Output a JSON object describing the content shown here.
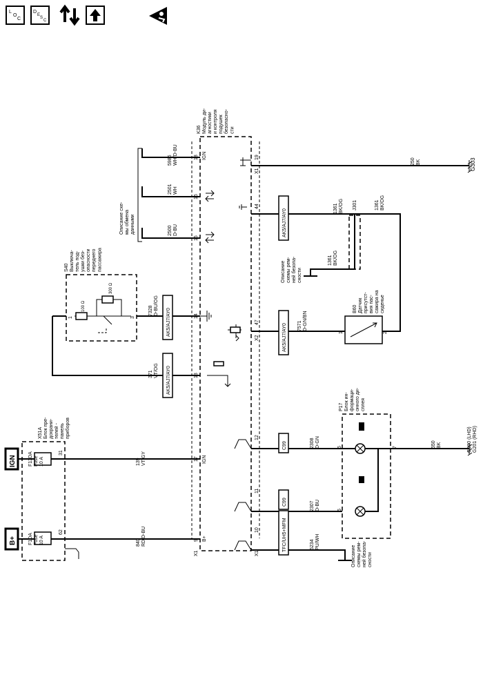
{
  "header": {
    "icons": [
      "loc-icon",
      "desc-icon",
      "connector-info-icon",
      "up-arrow-icon",
      "airbag-warning-icon"
    ],
    "loc_letters": [
      "L",
      "O",
      "C"
    ],
    "desc_letters": [
      "D",
      "E",
      "S",
      "C"
    ]
  },
  "power": {
    "bplus_label": "B+",
    "ign_label": "IGN"
  },
  "fuse_block": {
    "id": "X51A",
    "name": "Блок пре-\nдохрани-\nтелей -\nпанель\nприборов",
    "fuse1_name": "F1DA\nFuse\n10 A",
    "fuse1_pin": "62",
    "fuse2_name": "F13DA\nFuse\n10 A",
    "fuse2_pin": "31"
  },
  "wires": {
    "w840": "840\nRD/D-BU",
    "w139": "139\nVT/GY",
    "w371": "371\nVT/OG",
    "w7328": "7328\nD-BU/OG",
    "w2500": "2500\nD-BU",
    "w2501": "2501\nWH",
    "w5986": "5986\nWH/D-BU",
    "w250": "250\nBK",
    "w1361a": "1361\nBK/OG",
    "w1361b": "1361\nBK/OG",
    "w1361c": "1361\nBK/OG",
    "w7571": "7571\nD-GN/BN",
    "w5234": "5234\nPU/WH",
    "w2307": "2307\nD-BU",
    "w2308": "2308\nD-GN",
    "w650": "650\nBK"
  },
  "module": {
    "id": "K36",
    "name": "Модуль ди-\nагностики\nи контроля\nподушек\nбезопасно-\nсти",
    "pins": [
      "9",
      "17",
      "13",
      "14",
      "15",
      "16",
      "18",
      "19",
      "44",
      "47",
      "10",
      "11",
      "12"
    ],
    "b_plus": "B+",
    "ign": "IGN",
    "ign2": "IGN",
    "x1": "X1",
    "x1b": "X1",
    "x1c": "X1",
    "x2": "X2"
  },
  "switch_s40": {
    "id": "S40",
    "name": "Выключа-\nтель под-\nушки без-\nопасности\nпереднего\nпассажира",
    "pin1": "1",
    "pin3": "3",
    "r1": "100 Ω",
    "r2": "300 Ω"
  },
  "data_comm": "Описание схе-\nмы обмена\nданными",
  "options": {
    "ak5_1": "AK5/AJ7/AY0",
    "ak5_2": "AK5/AJ7/AY0",
    "ak5_3": "AK5/AJ7/AY0",
    "ak5_4": "AK5/AJ7/AY0",
    "c99_1": "C99",
    "c99_2": "C99",
    "tfc": "TFC/UH5+MFM"
  },
  "seatbelt_desc_1": "Описание\nсхемы рем-\nней безопа-\nсности",
  "seatbelt_desc_2": "Описание\nсхемы рем-\nней безопа-\nсности",
  "splice": "J301",
  "sensor_b60": {
    "id": "B60",
    "name": "Датчик\nприсутст-\nвия пас-\nсажира на\nсиденье",
    "pin1": "1",
    "pin2": "2"
  },
  "display_p17": {
    "id": "P17",
    "name": "Блок ин-\nформаци-\nонного ди-\nсплея",
    "pin5": "5",
    "pin6": "6",
    "pin7": "7"
  },
  "grounds": {
    "g303": "G303",
    "g200": "G200 (LHD)\nG201 (RHD)"
  }
}
